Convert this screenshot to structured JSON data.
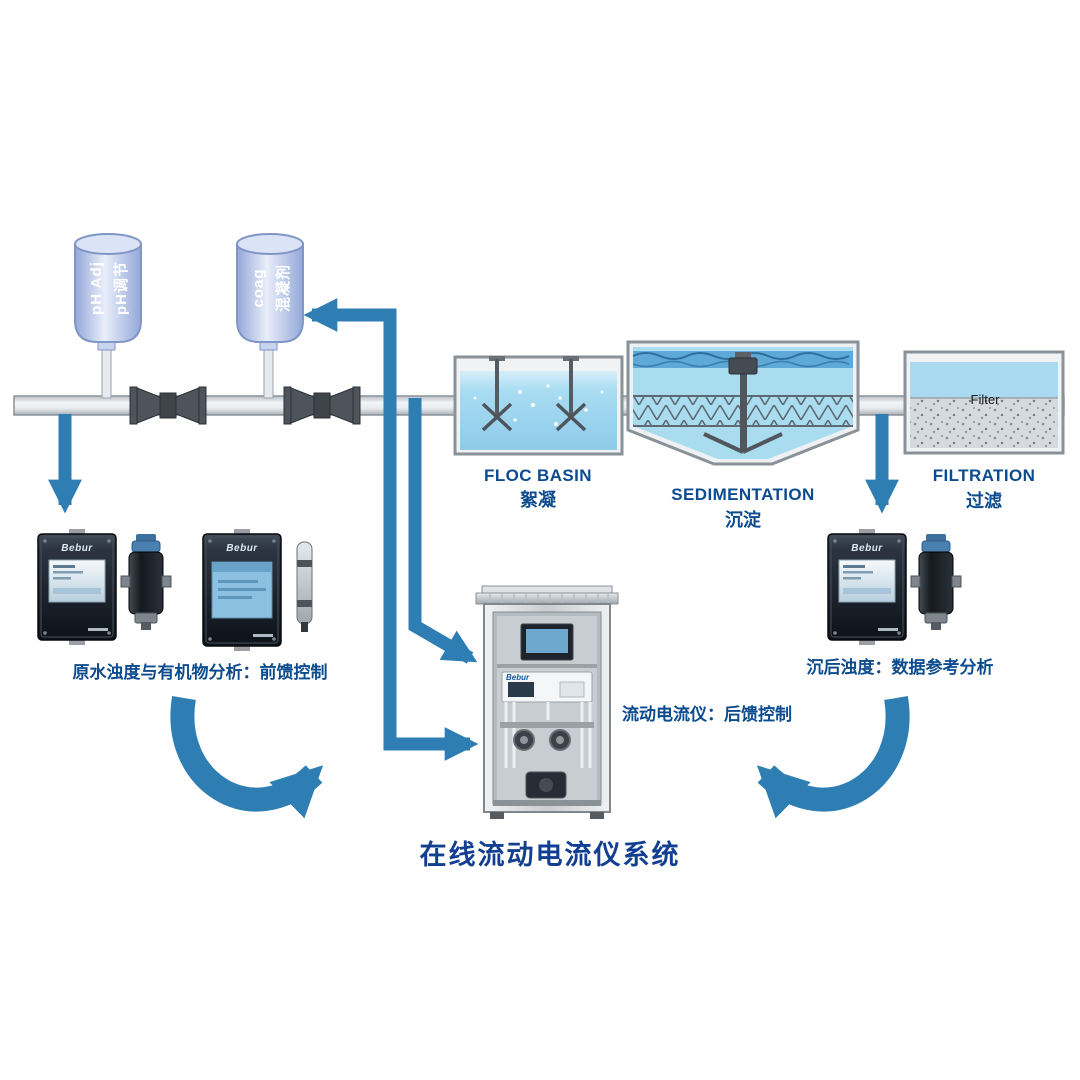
{
  "title": "在线流动电流仪系统",
  "dosing": {
    "ph_tank": {
      "en": "pH Adj",
      "zh": "pH调节"
    },
    "coag_tank": {
      "en": "coag",
      "zh": "混凝剂"
    }
  },
  "stages": {
    "floc_basin": {
      "en": "FLOC BASIN",
      "zh": "絮凝"
    },
    "sedimentation": {
      "en": "SEDIMENTATION",
      "zh": "沉淀"
    },
    "filtration": {
      "en": "FILTRATION",
      "zh": "过滤",
      "media_label": "Filter"
    }
  },
  "annotations": {
    "raw_water": "原水浊度与有机物分析：前馈控制",
    "settled_water": "沉后浊度：数据参考分析",
    "streaming_current_meter": "流动电流仪：后馈控制"
  },
  "instruments": {
    "brand": "Bebur"
  },
  "colors": {
    "flow_arrow_blue": "#2e7eb3",
    "label_navy": "#0c4b8e",
    "title_navy": "#123f92",
    "water_blue": "#a9dcf2",
    "tank_lavender": "#c3cfec"
  }
}
